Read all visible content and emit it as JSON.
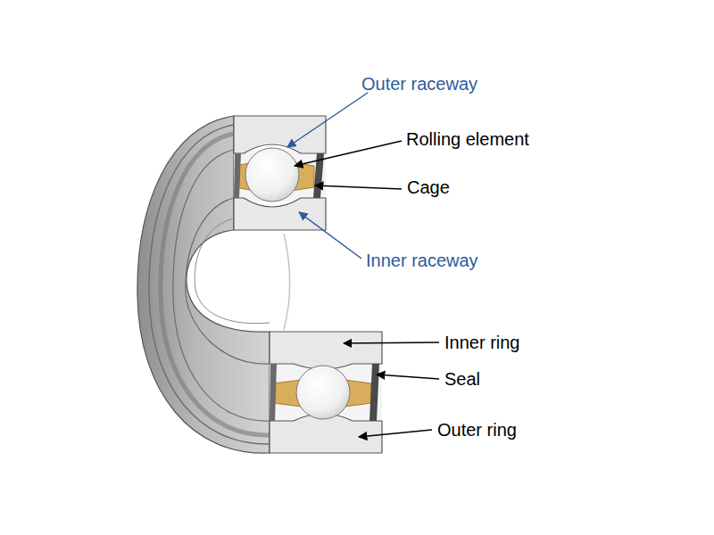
{
  "diagram": {
    "labels": [
      "Outer raceway",
      "Rolling element",
      "Cage",
      "Inner raceway",
      "Inner ring",
      "Seal",
      "Outer ring"
    ]
  }
}
